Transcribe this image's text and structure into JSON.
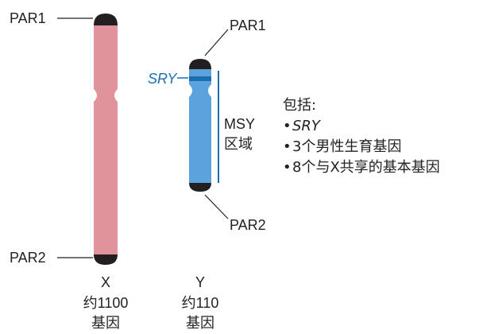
{
  "x_chromosome": {
    "par1": "PAR1",
    "par2": "PAR2",
    "name": "X",
    "gene_count": "约1100",
    "gene_unit": "基因",
    "color": "#e0939a"
  },
  "y_chromosome": {
    "par1": "PAR1",
    "par2": "PAR2",
    "sry": "SRY",
    "msy_line1": "MSY",
    "msy_line2": "区域",
    "name": "Y",
    "gene_count": "约110",
    "gene_unit": "基因",
    "color": "#5ba3dc",
    "band_color": "#1a6fb3"
  },
  "includes": {
    "heading": "包括:",
    "items": [
      "SRY",
      "3个男性生育基因",
      "8个与X共享的基本基因"
    ]
  }
}
